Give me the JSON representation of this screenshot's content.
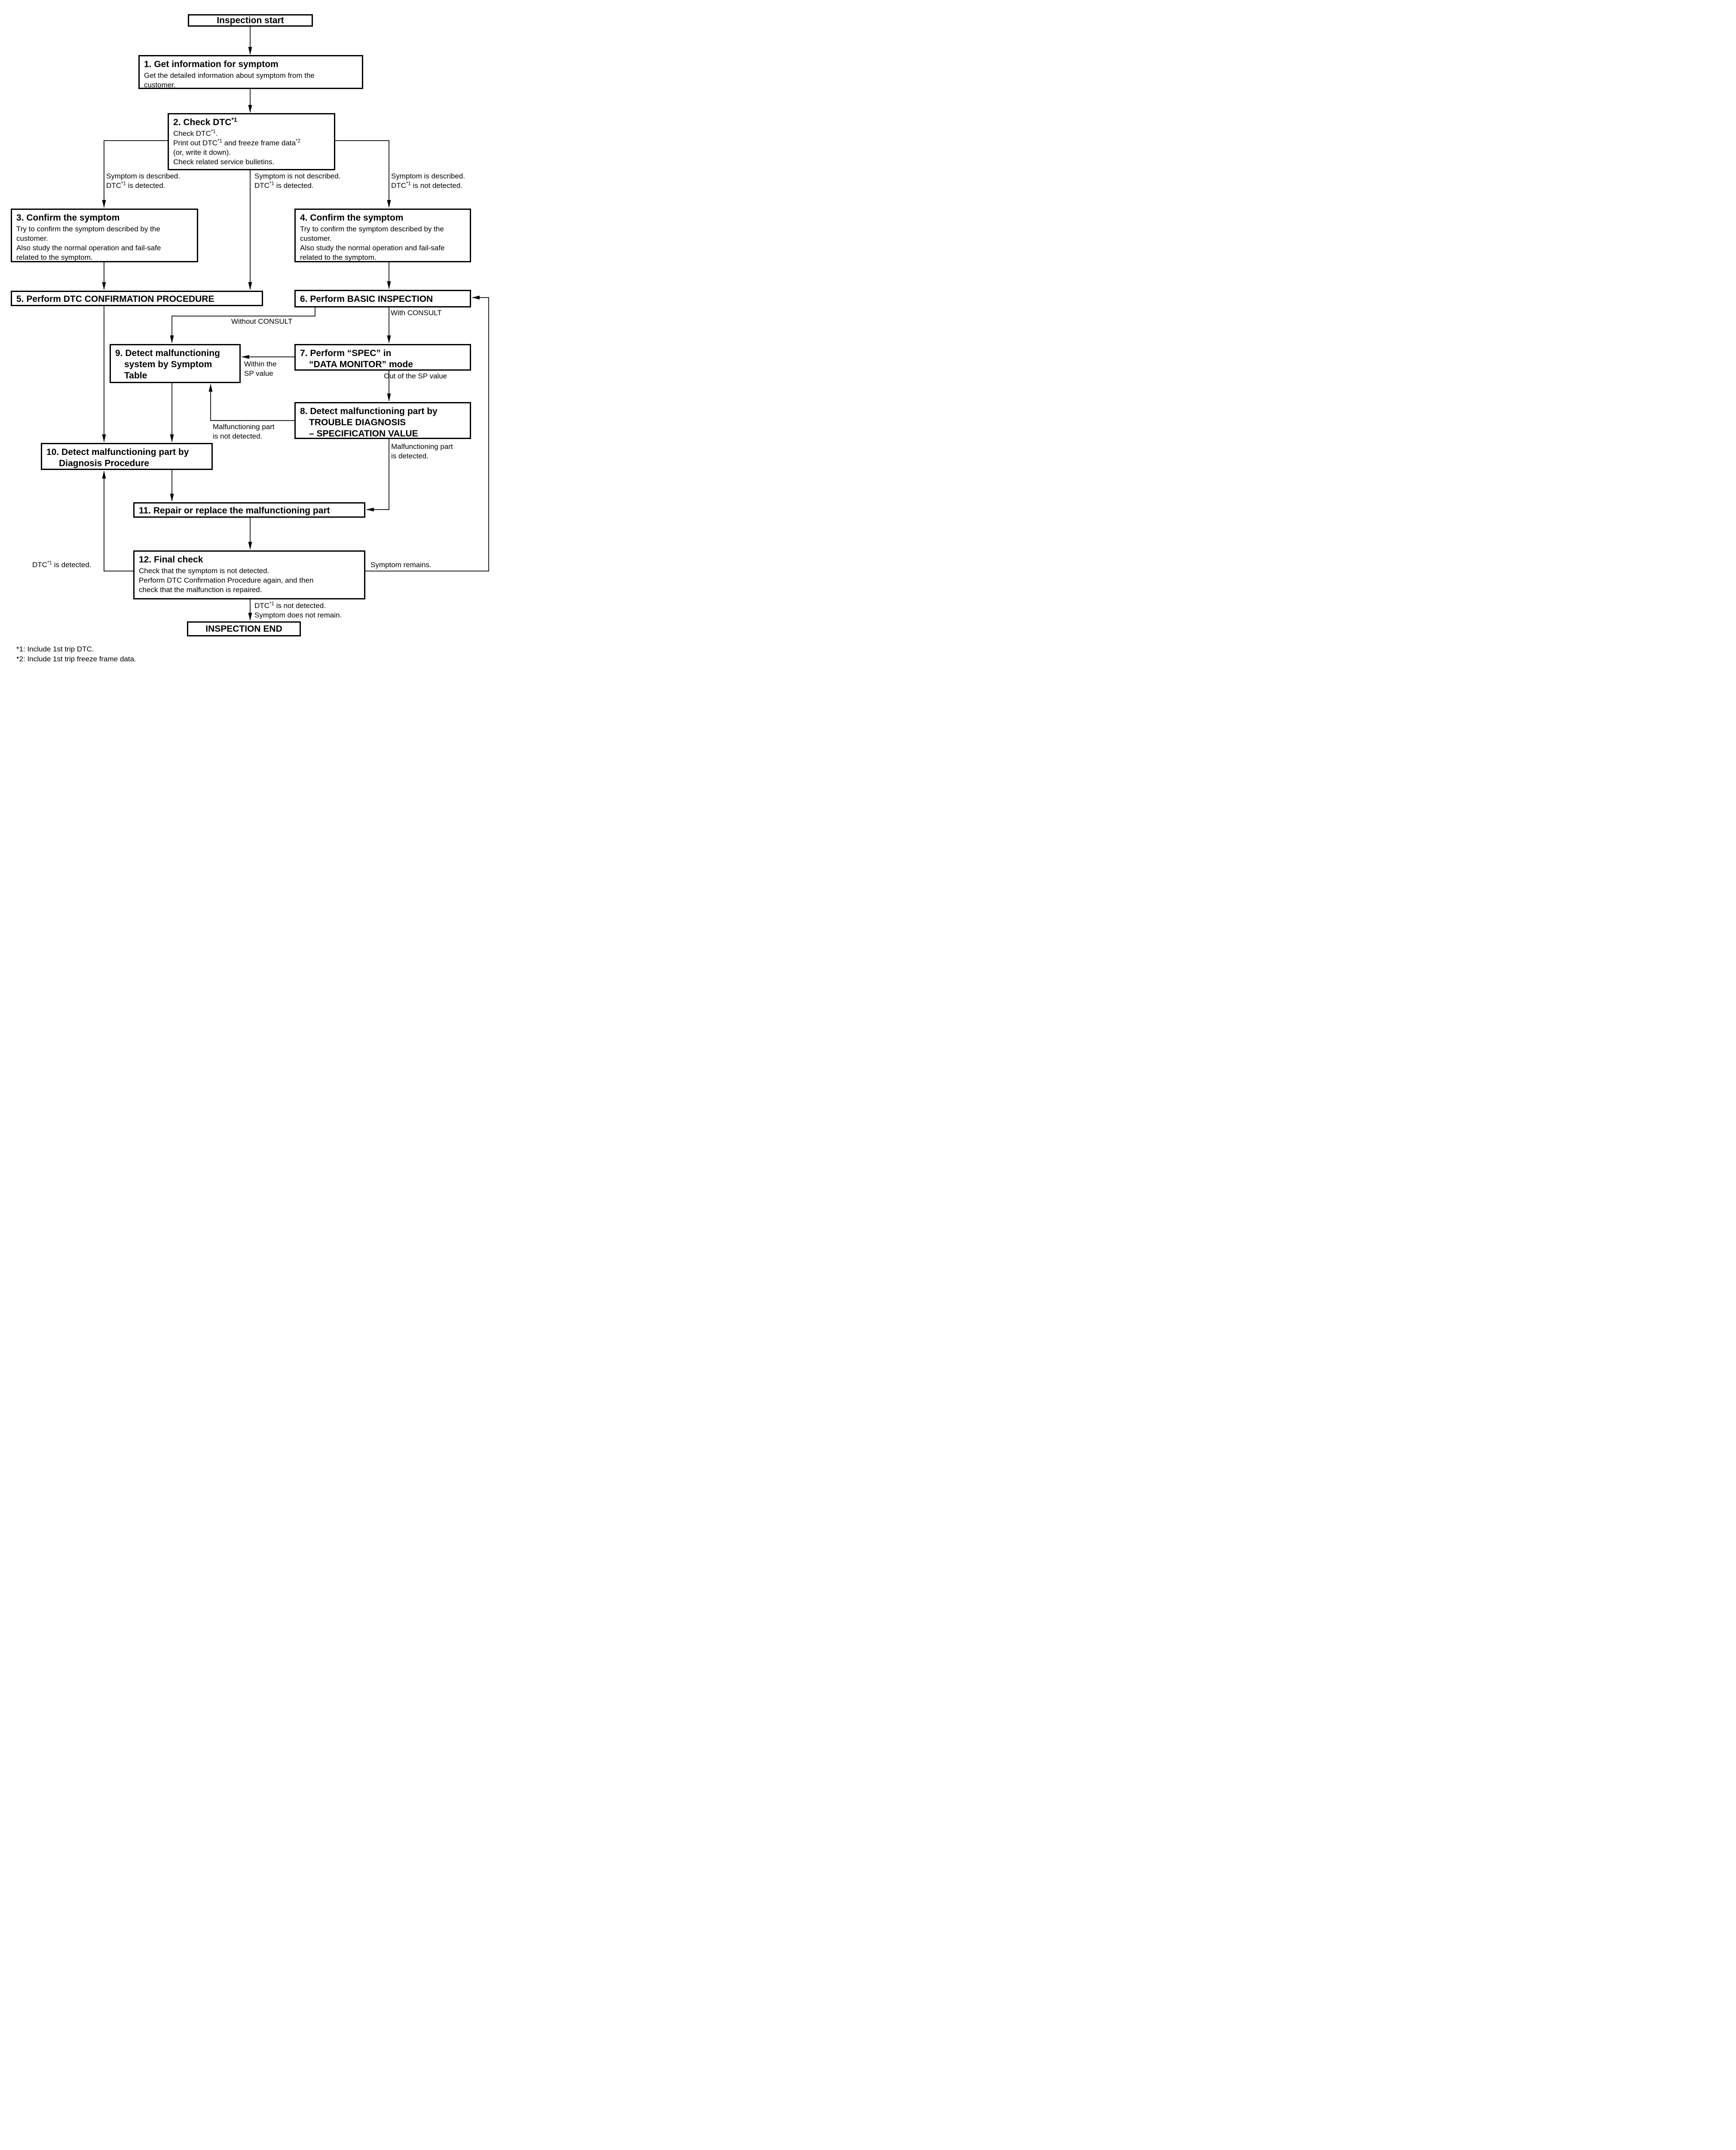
{
  "flowchart": {
    "colors": {
      "line": "#000000",
      "background": "#ffffff",
      "text": "#000000"
    },
    "nodes": {
      "start": {
        "label": "Inspection start"
      },
      "s1": {
        "title": "1. Get information for symptom",
        "body": "Get the detailed information about symptom from the\ncustomer."
      },
      "s2": {
        "title": "2. Check DTC*1",
        "body": "Check DTC*1.\nPrint out DTC*1 and freeze frame data*2\n(or, write it down).\nCheck related service bulletins."
      },
      "s3": {
        "title": "3. Confirm the symptom",
        "body": "Try to confirm the symptom described by the\ncustomer.\nAlso study the normal operation and fail-safe\nrelated to the symptom."
      },
      "s4": {
        "title": "4. Confirm the symptom",
        "body": "Try to confirm the symptom described by the\ncustomer.\nAlso study the normal operation and fail-safe\nrelated to the symptom."
      },
      "s5": {
        "title": "5. Perform DTC CONFIRMATION PROCEDURE"
      },
      "s6": {
        "title": "6. Perform BASIC INSPECTION"
      },
      "s7": {
        "title": "7. Perform “SPEC” in\n“DATA MONITOR” mode"
      },
      "s8": {
        "title": "8. Detect malfunctioning part by\nTROUBLE DIAGNOSIS\n– SPECIFICATION VALUE"
      },
      "s9": {
        "title": "9. Detect malfunctioning\nsystem by Symptom\nTable"
      },
      "s10": {
        "title": "10. Detect malfunctioning part by\nDiagnosis Procedure"
      },
      "s11": {
        "title": "11. Repair or replace the malfunctioning part"
      },
      "s12": {
        "title": "12. Final check",
        "body": "Check that the symptom is not detected.\nPerform DTC Confirmation Procedure again, and then\ncheck that the malfunction is repaired."
      },
      "end": {
        "label": "INSPECTION END"
      }
    },
    "edge_labels": {
      "symptom_described_dtc_detected": "Symptom is described.\nDTC*1 is detected.",
      "symptom_not_described_dtc_detected": "Symptom is not described.\nDTC*1 is detected.",
      "symptom_described_dtc_not_detected": "Symptom is described.\nDTC*1 is not detected.",
      "without_consult": "Without CONSULT",
      "with_consult": "With CONSULT",
      "within_sp_value": "Within the\nSP value",
      "out_of_sp_value": "Out of the SP value",
      "part_not_detected": "Malfunctioning part\nis not detected.",
      "part_detected": "Malfunctioning part\nis detected.",
      "dtc_detected": "DTC*1 is detected.",
      "symptom_remains": "Symptom remains.",
      "dtc_not_detected_no_symptom": "DTC*1 is not detected.\nSymptom does not remain."
    },
    "footnotes": {
      "f1": "*1: Include 1st trip DTC.",
      "f2": "*2: Include 1st trip freeze frame data."
    }
  }
}
